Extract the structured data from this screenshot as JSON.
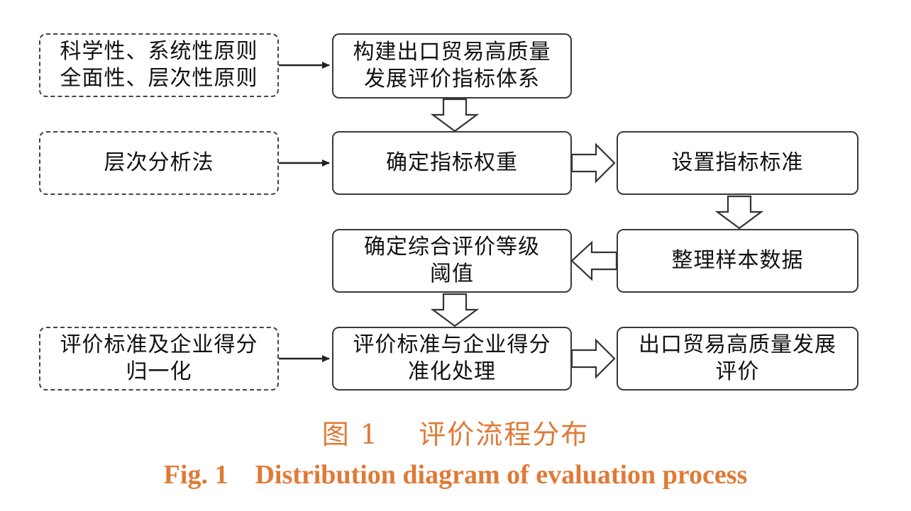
{
  "inputs": {
    "principles": [
      "科学性、系统性原则",
      "全面性、层次性原则"
    ],
    "ahp": [
      "层次分析法"
    ],
    "normalization": [
      "评价标准及企业得分",
      "归一化"
    ]
  },
  "steps": {
    "build_system": [
      "构建出口贸易高质量",
      "发展评价指标体系"
    ],
    "determine_weights": [
      "确定指标权重"
    ],
    "set_standards": [
      "设置指标标准"
    ],
    "organize_data": [
      "整理样本数据"
    ],
    "grade_threshold": [
      "确定综合评价等级",
      "阈值"
    ],
    "standardize": [
      "评价标准与企业得分",
      "准化处理"
    ],
    "final_evaluation": [
      "出口贸易高质量发展",
      "评价"
    ]
  },
  "caption": {
    "cn": "图 1    评价流程分布",
    "en": "Fig. 1    Distribution diagram of evaluation process"
  },
  "colors": {
    "caption": "#e07a36",
    "stroke": "#3a3a3a"
  }
}
